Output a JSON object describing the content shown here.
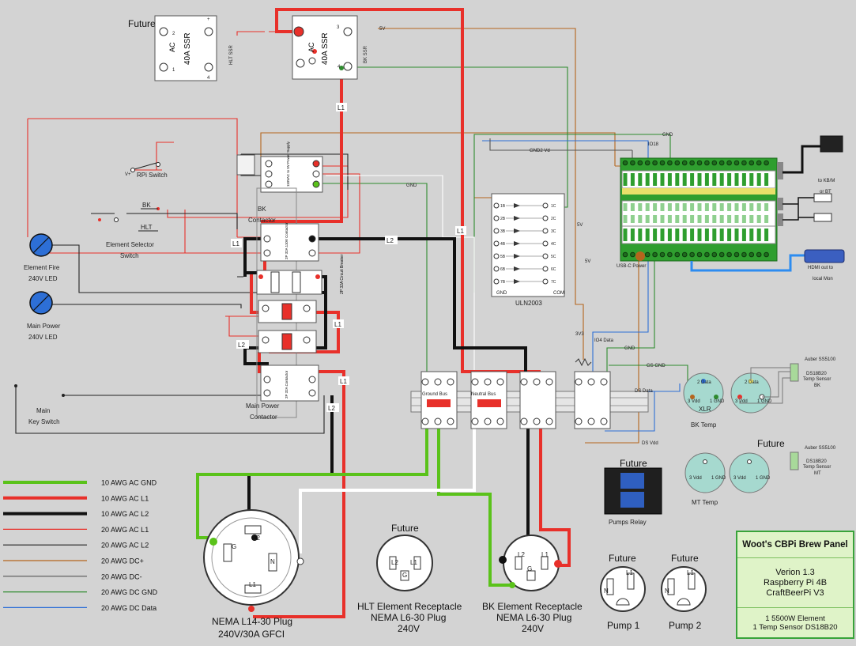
{
  "colors": {
    "gnd10": "#5ac21a",
    "l1_10": "#e8302a",
    "l2_10": "#111111",
    "l1_20": "#e8302a",
    "l2_20": "#222222",
    "dcp": "#b5651d",
    "dcm": "#555555",
    "dcgnd": "#2e8b2e",
    "dcdata": "#2d6fd6",
    "panel": "#d3d3d3"
  },
  "components": {
    "hlt_ssr": {
      "future": "Future",
      "ac": "AC",
      "rating": "40A SSR",
      "side": "HLT SSR",
      "t2": "2",
      "t3": "+",
      "t1": "1",
      "t4": "4"
    },
    "bk_ssr": {
      "ac": "AC",
      "rating": "40A SSR",
      "side": "BK SSR",
      "t3": "3",
      "t4": "4"
    },
    "rpi_switch": "RPi Switch",
    "element_selector": {
      "bk": "BK",
      "hlt": "HLT",
      "label1": "Element Selector",
      "label2": "Switch"
    },
    "element_fire": {
      "label1": "Element Fire",
      "label2": "240V LED"
    },
    "main_power_led": {
      "label1": "Main Power",
      "label2": "240V LED"
    },
    "main_key": {
      "label1": "Main",
      "label2": "Key Switch"
    },
    "bk_contactor": {
      "label1": "BK",
      "label2": "Contactor",
      "inner": "2P 32A 110V Contactor"
    },
    "breaker": {
      "inner": "2P 32A Circuit Breaker"
    },
    "main_contactor": {
      "label1": "Main Power",
      "label2": "Contactor",
      "inner": "2P 32A Contactor"
    },
    "psu": {
      "inner": "110VAC to 5V Power Supply"
    },
    "uln": {
      "label": "ULN2003",
      "gnd": "GND",
      "com": "COM",
      "in_pins": [
        "1B",
        "2B",
        "3B",
        "4B",
        "5B",
        "6B",
        "7B"
      ],
      "out_pins": [
        "1C",
        "2C",
        "3C",
        "4C",
        "5C",
        "6C",
        "7C"
      ]
    },
    "rpi": {
      "usb_power": "USB-C Power",
      "to_kbm": "to KB/M",
      "or_bt": "or BT",
      "hdmi1": "HDMI out to",
      "hdmi2": "local Mon"
    },
    "buses": {
      "ground": "Ground Bus",
      "neutral": "Neutral Bus"
    },
    "xlr_bk": {
      "data": "2 Data",
      "vdd": "3 Vdd",
      "gnd": "1 GND",
      "name": "XLR",
      "label": "BK Temp"
    },
    "sensor_bk": {
      "label1": "Auber SS5100",
      "label2": "DS18B20",
      "label3": "Temp Sensor",
      "label4": "BK",
      "data": "2 Data",
      "vdd": "3 Vdd",
      "gnd": "1 GND"
    },
    "mt_temp": {
      "future": "Future",
      "label": "MT Temp",
      "vdd": "3 Vdd",
      "gnd": "1 GND"
    },
    "sensor_mt": {
      "label1": "Auber SS5100",
      "label2": "DS18B20",
      "label3": "Temp Sensor",
      "label4": "MT"
    },
    "pumps_relay": {
      "future": "Future",
      "label": "Pumps Relay"
    },
    "plug_main": {
      "label1": "NEMA L14-30 Plug",
      "label2": "240V/30A GFCI",
      "g": "G",
      "l2": "L2",
      "n": "N",
      "l1": "L1"
    },
    "recept_hlt": {
      "future": "Future",
      "label1": "HLT Element Receptacle",
      "label2": "NEMA L6-30 Plug",
      "label3": "240V",
      "l2": "L2",
      "l1": "L1",
      "g": "G"
    },
    "recept_bk": {
      "label1": "BK Element Receptacle",
      "label2": "NEMA L6-30 Plug",
      "label3": "240V",
      "l2": "L2",
      "l1": "L1",
      "g": "G"
    },
    "pump1": {
      "future": "Future",
      "label": "Pump 1",
      "n": "N",
      "l1": "L1"
    },
    "pump2": {
      "future": "Future",
      "label": "Pump 2",
      "n": "N",
      "l1": "L1"
    }
  },
  "wire_labels": {
    "l1": "L1",
    "l2": "L2",
    "gnd": "GND",
    "gnd2": "GND2 Vd",
    "v3": "3V3",
    "d4": "IO4 Data",
    "v5": "5V",
    "gpio18": "IO18",
    "v": "V+",
    "g": "GND",
    "gs": "GS GND",
    "ds": "DS Data",
    "dv": "DS Vdd"
  },
  "legend": [
    {
      "label": "10 AWG AC GND",
      "color": "#5ac21a",
      "width": 4
    },
    {
      "label": "10 AWG AC L1",
      "color": "#e8302a",
      "width": 4
    },
    {
      "label": "10 AWG AC L2",
      "color": "#111111",
      "width": 4
    },
    {
      "label": "20 AWG AC L1",
      "color": "#e8302a",
      "width": 1.2
    },
    {
      "label": "20 AWG AC L2",
      "color": "#222222",
      "width": 1.2
    },
    {
      "label": "20 AWG DC+",
      "color": "#b5651d",
      "width": 1.2
    },
    {
      "label": "20 AWG DC-",
      "color": "#555555",
      "width": 1.2
    },
    {
      "label": "20 AWG DC GND",
      "color": "#2e8b2e",
      "width": 1.2
    },
    {
      "label": "20 AWG DC Data",
      "color": "#2d6fd6",
      "width": 1.2
    }
  ],
  "info": {
    "title": "Woot's CBPi Brew Panel",
    "version": "Verion 1.3",
    "board": "Raspberry Pi 4B",
    "software": "CraftBeerPi V3",
    "element": "1 5500W Element",
    "sensor": "1 Temp Sensor DS18B20"
  }
}
